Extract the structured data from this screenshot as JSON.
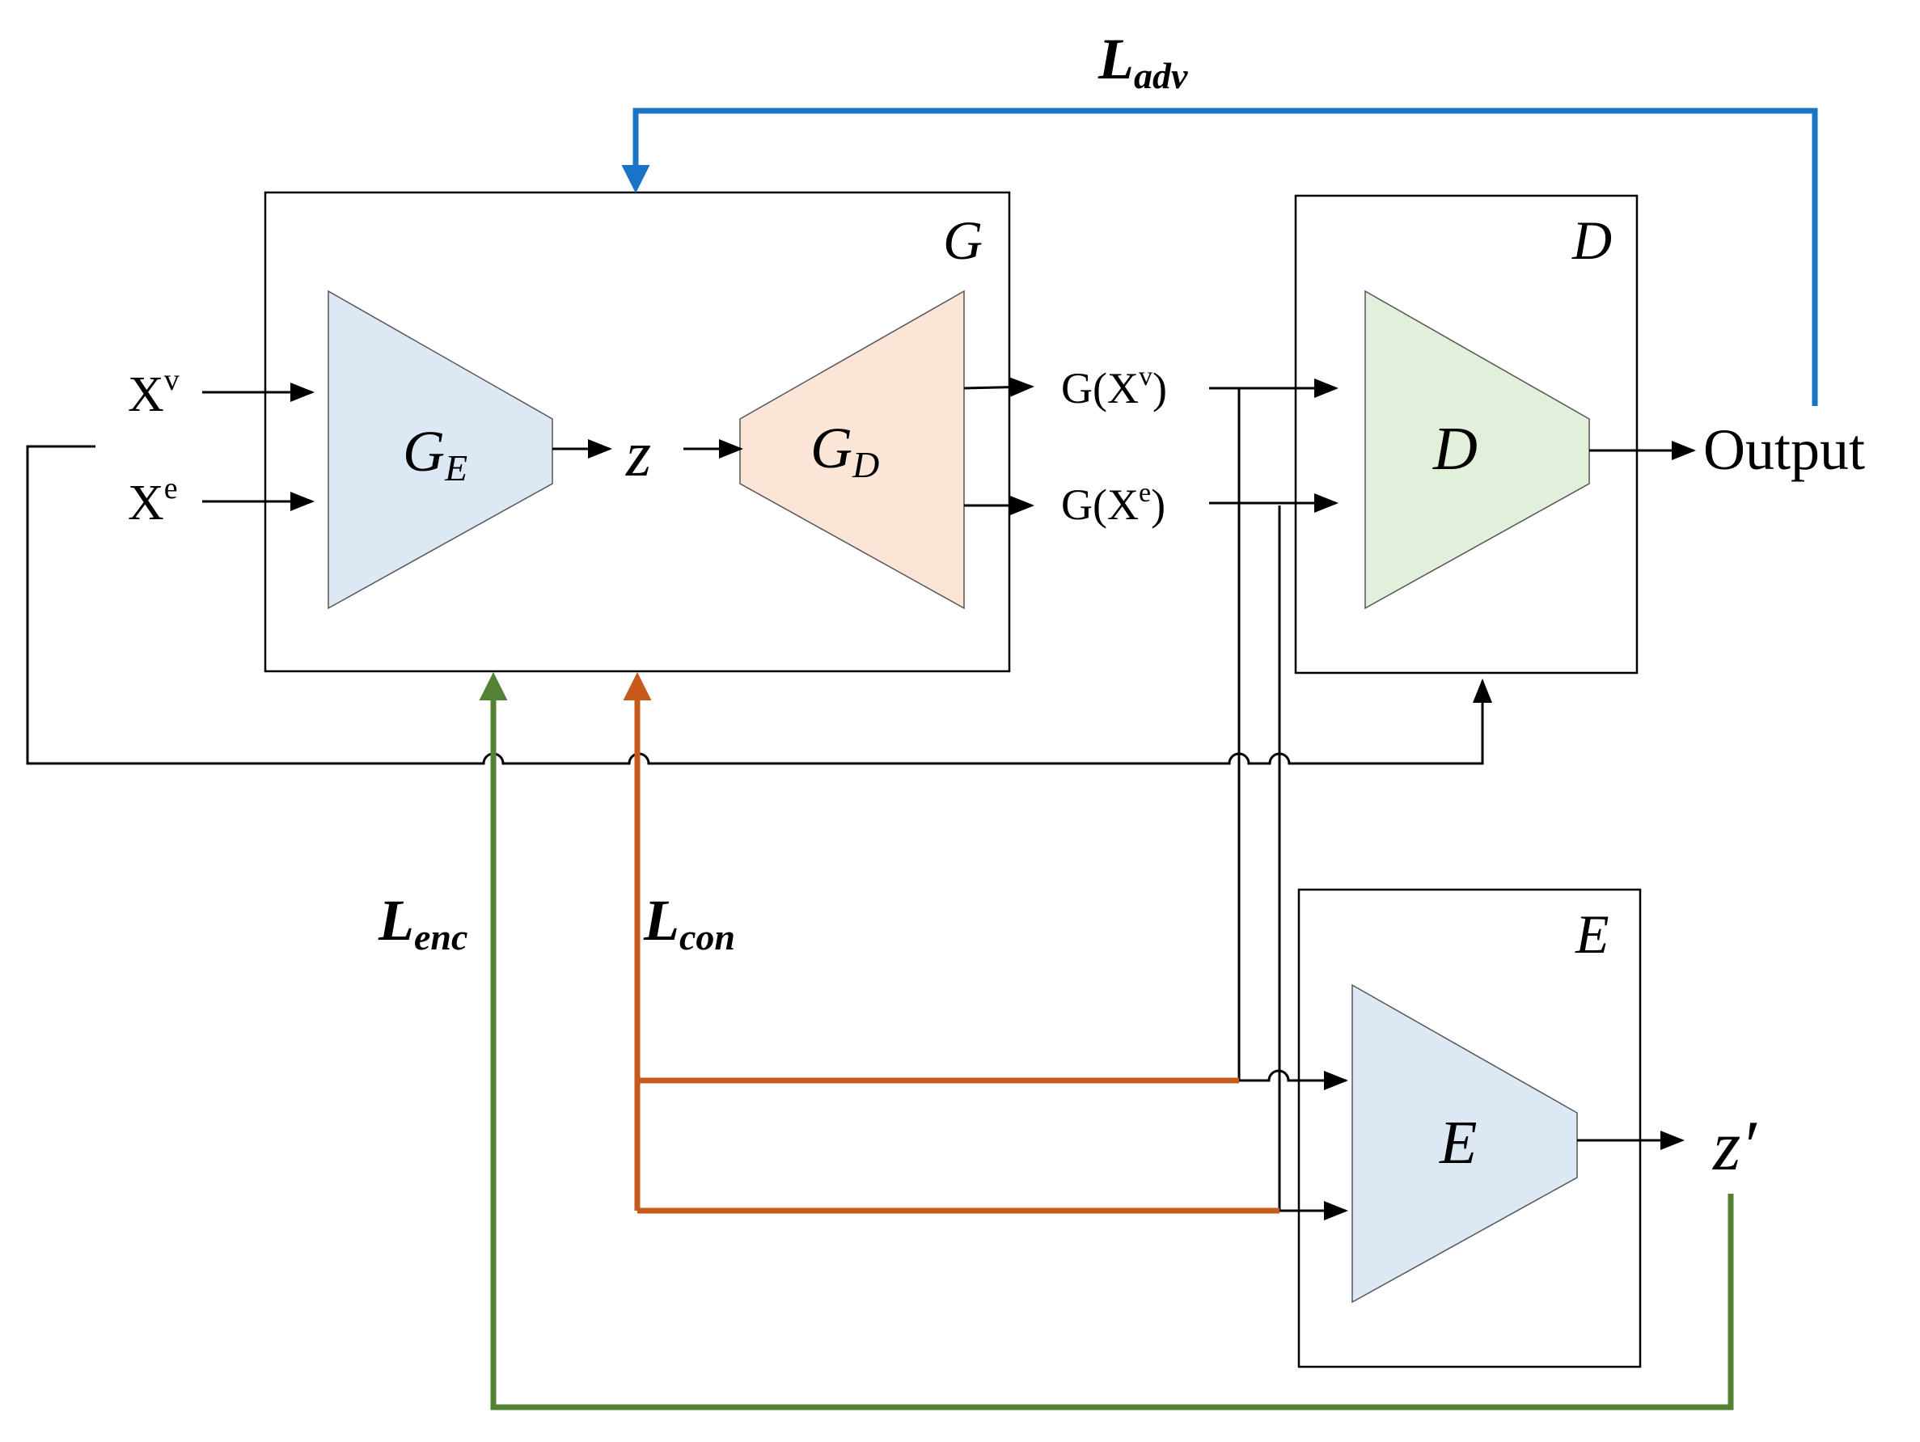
{
  "colors": {
    "adv": "#1a74c6",
    "con": "#c55a1b",
    "enc": "#548235",
    "line": "#000000",
    "encoder_fill": "#dde8f5",
    "decoder_fill": "#fbe5d6",
    "discriminator_fill": "#e2efda"
  },
  "labels": {
    "loss_adv": {
      "main": "L",
      "sub": "adv"
    },
    "loss_enc": {
      "main": "L",
      "sub": "enc"
    },
    "loss_con": {
      "main": "L",
      "sub": "con"
    }
  },
  "generator": {
    "title": "G",
    "encoder": {
      "main": "G",
      "sub": "E"
    },
    "decoder": {
      "main": "G",
      "sub": "D"
    },
    "latent": "z"
  },
  "discriminator": {
    "title": "D",
    "block": "D"
  },
  "encoder": {
    "title": "E",
    "block": "E"
  },
  "inputs": {
    "xv": {
      "main": "X",
      "sup": "v"
    },
    "xe": {
      "main": "X",
      "sup": "e"
    }
  },
  "generated": {
    "gxv": {
      "pre": "G(X",
      "sup": "v",
      "post": ")"
    },
    "gxe": {
      "pre": "G(X",
      "sup": "e",
      "post": ")"
    }
  },
  "output": "Output",
  "z_prime": "z′"
}
